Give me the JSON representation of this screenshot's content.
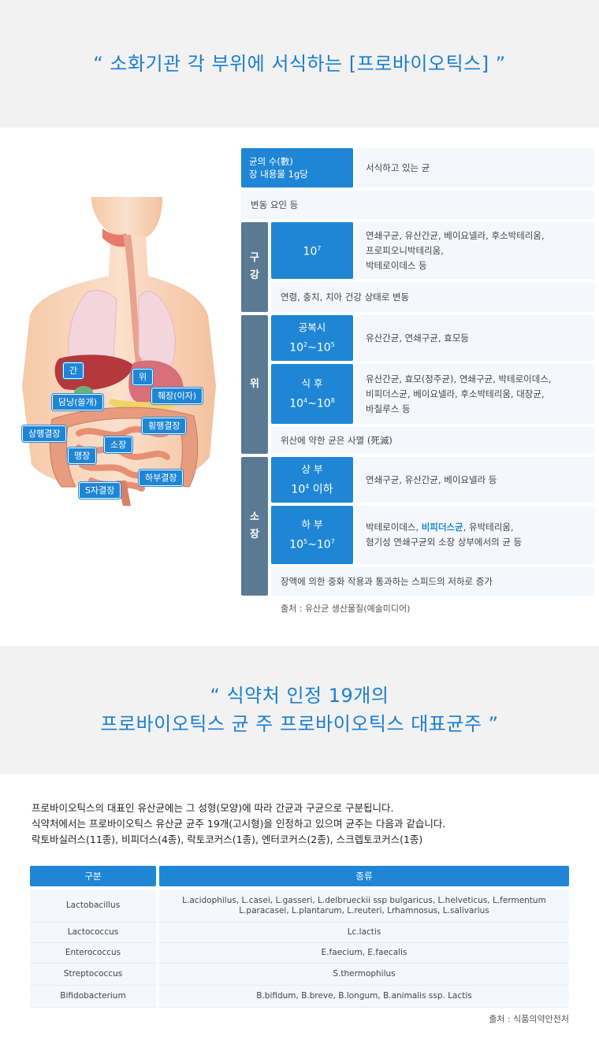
{
  "section1": {
    "title": "“ 소화기관 각 부위에 서식하는 [프로바이오틱스] ”"
  },
  "illustration": {
    "labels": {
      "liver": "간",
      "stomach": "위",
      "pancreas": "췌장(이자)",
      "gallbladder": "담낭(쓸개)",
      "transverse_colon": "횡행결장",
      "ascending_colon": "상행결장",
      "small_intestine": "소장",
      "cecum": "맹장",
      "descending_colon": "하부결장",
      "sigmoid_colon": "S자결장"
    }
  },
  "table1": {
    "header_count_line1": "균의 수(數)",
    "header_count_line2": "장 내용물 1g당",
    "header_species": "서식하고 있는 균",
    "header_factor": "변동 요인 등",
    "oral": {
      "label_1": "구",
      "label_2": "강",
      "count": "10",
      "count_exp": "7",
      "species_1": "연쇄구균, 유산간균, 베이요넬라, 후소박테리움,",
      "species_2": "프로피오니박테리움,",
      "species_3": "박테로이데스 등",
      "factor": "연령, 충치, 치아 건강 상태로 변동"
    },
    "stomach": {
      "label": "위",
      "fasting_title": "공복시",
      "fasting_count_a": "10",
      "fasting_exp_a": "2",
      "fasting_sep": "~",
      "fasting_count_b": "10",
      "fasting_exp_b": "5",
      "fasting_species": "유산간균, 연쇄구균, 효모등",
      "fed_title": "식 후",
      "fed_count_a": "10",
      "fed_exp_a": "4",
      "fed_sep": "~",
      "fed_count_b": "10",
      "fed_exp_b": "8",
      "fed_species_1": "유산간균, 효모(정주균), 연쇄구균, 박테로이데스,",
      "fed_species_2": "비피더스균, 베이요넬라, 후소박테리움, 대장균,",
      "fed_species_3": "바칠루스 등",
      "factor": "위산에 약한 균은 사멸 (死滅)"
    },
    "small_intestine": {
      "label_1": "소",
      "label_2": "장",
      "upper_title": "상 부",
      "upper_count": "10",
      "upper_exp": "4",
      "upper_suffix": " 이하",
      "upper_species": "연쇄구균, 유산간균, 베이요넬라 등",
      "lower_title": "하 부",
      "lower_count_a": "10",
      "lower_exp_a": "5",
      "lower_sep": "~",
      "lower_count_b": "10",
      "lower_exp_b": "7",
      "lower_species_1a": "박테로이데스, ",
      "lower_species_1b": "비피더스균",
      "lower_species_1c": ", 유박테리움,",
      "lower_species_2": "혐기성 연쇄구균외 소장 상부에서의 균 등",
      "factor": "장액에 의한 중화 작용과 통과하는 스피드의 저하로 증가"
    },
    "source": "출처 : 유산균 생산물질(예술미디어)"
  },
  "section2": {
    "title_line1": "“ 식약처 인정 19개의",
    "title_line2": "프로바이오틱스 균 주 프로바이오틱스 대표균주 ”"
  },
  "intro": {
    "line1": "프로바이오틱스의 대표인 유산균에는 그 성형(모양)에 따라 간균과 구균으로 구분됩니다.",
    "line2": "식약처에서는 프로바이오틱스 유산균 균주 19개(고시형)을 인정하고 있으며 균주는 다음과 같습니다.",
    "line3": "락토바실러스(11종), 비피더스(4종), 락토코커스(1종), 엔터코커스(2종), 스크렙토코커스(1종)"
  },
  "table2": {
    "header_category": "구분",
    "header_species": "종류",
    "rows": [
      {
        "category": "Lactobacillus",
        "species_1": "L.acidophilus, L.casei, L.gasseri, L.delbrueckii ssp bulgaricus, L.helveticus, L.fermentum",
        "species_2": "L.paracasei, L.plantarum, L.reuteri, Lrhamnosus, L.salivarius"
      },
      {
        "category": "Lactococcus",
        "species_1": "Lc.lactis",
        "species_2": ""
      },
      {
        "category": "Enterococcus",
        "species_1": "E.faecium, E.faecalis",
        "species_2": ""
      },
      {
        "category": "Streptococcus",
        "species_1": "S.thermophilus",
        "species_2": ""
      },
      {
        "category": "Bifidobacterium",
        "species_1": "B.bifidum, B.breve, B.longum, B.animalis ssp. Lactis",
        "species_2": ""
      }
    ],
    "source": "출처 : 식품의약안전처"
  },
  "colors": {
    "accent": "#1f86d6",
    "slate": "#5a7a94",
    "band": "#f2f2f2",
    "cell_light": "#f4f8fc"
  }
}
